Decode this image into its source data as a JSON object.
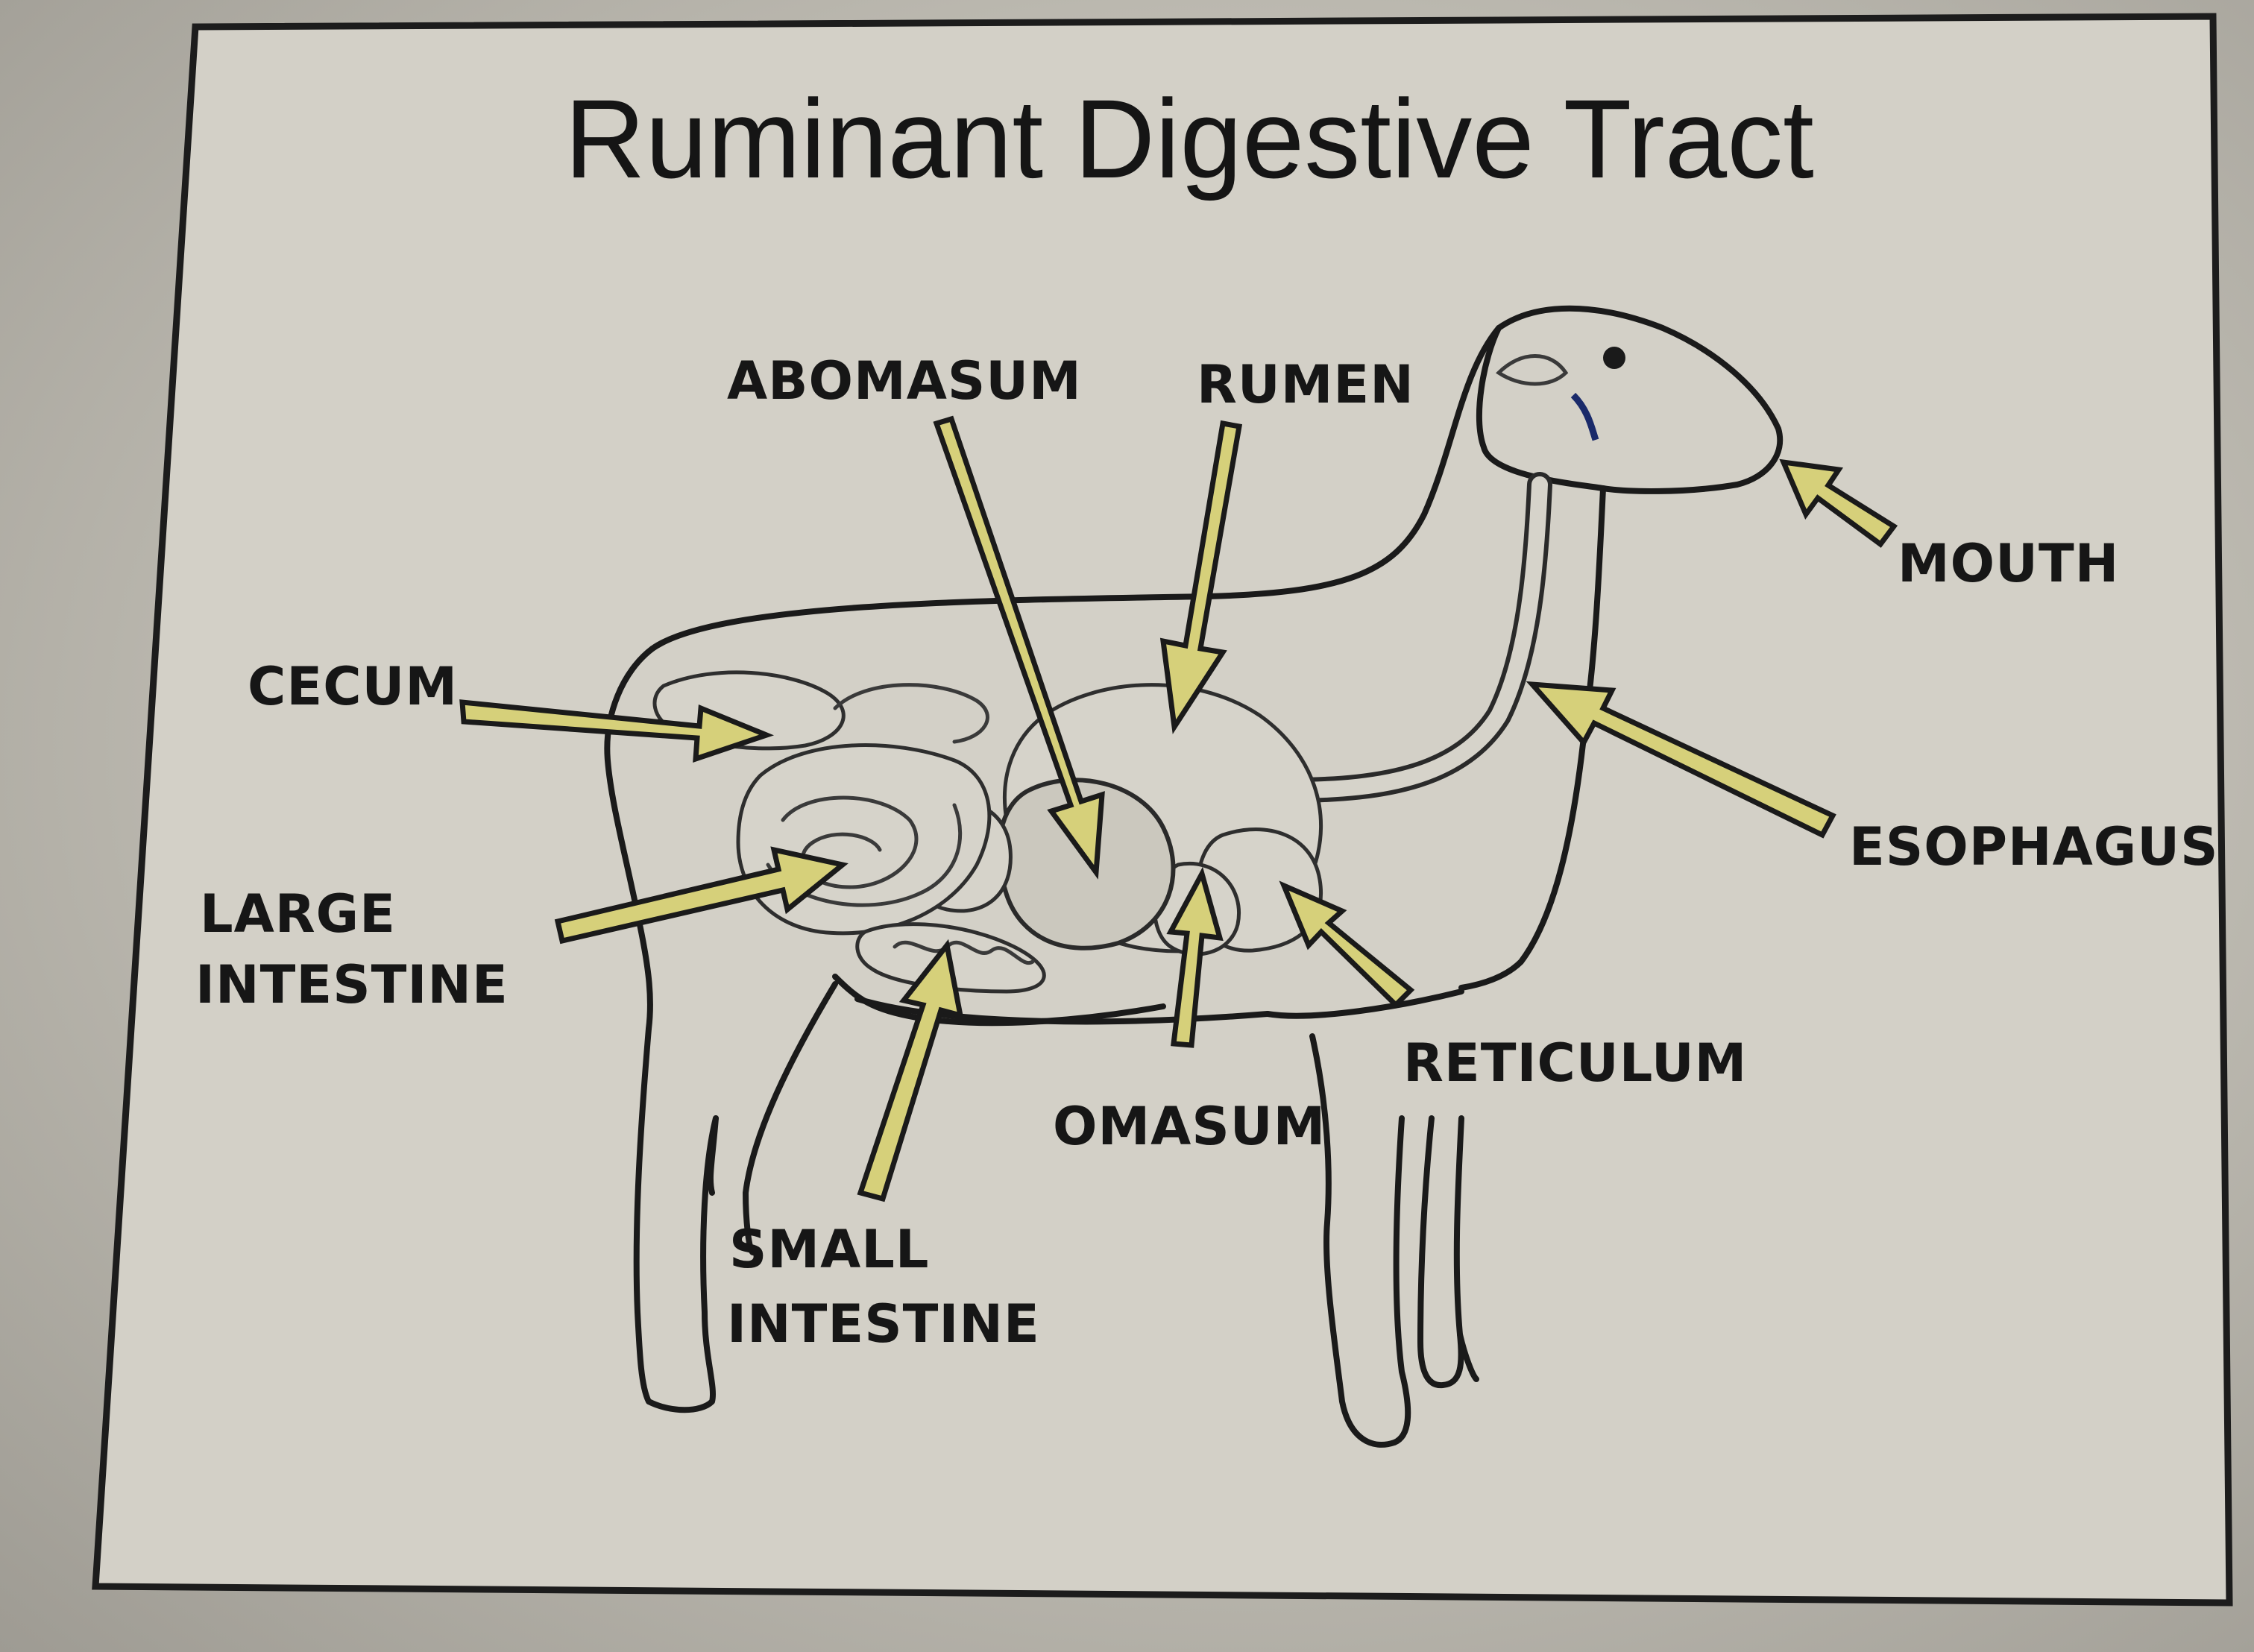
{
  "title": "Ruminant Digestive Tract",
  "labels": {
    "abomasum": "ABOMASUM",
    "rumen": "RUMEN",
    "mouth": "MOUTH",
    "cecum": "CECUM",
    "esophagus": "ESOPHAGUS",
    "large_intestine_1": "LARGE",
    "large_intestine_2": "INTESTINE",
    "reticulum": "RETICULUM",
    "omasum": "OMASUM",
    "small_intestine_1": "SMALL",
    "small_intestine_2": "INTESTINE"
  },
  "colors": {
    "arrow_fill": "#d6d07a",
    "line": "#1a1a1a",
    "paper": "#cfccc3"
  }
}
